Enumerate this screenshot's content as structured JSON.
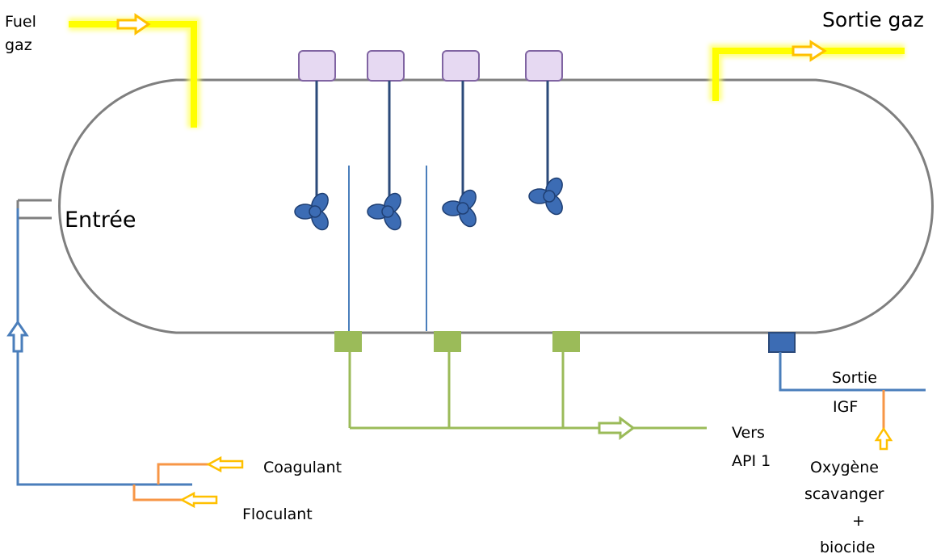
{
  "labels": {
    "fuel_gaz_line1": "Fuel",
    "fuel_gaz_line2": "gaz",
    "sortie_gaz": "Sortie gaz",
    "entree": "Entrée",
    "sortie_igf_line1": "Sortie",
    "sortie_igf_line2": "IGF",
    "vers_api_line1": "Vers",
    "vers_api_line2": "API 1",
    "coagulant": "Coagulant",
    "floculant": "Floculant",
    "oxygene_line1": "Oxygène",
    "oxygene_line2": "scavanger",
    "oxygene_line3": "+",
    "oxygene_line4": "biocide"
  },
  "colors": {
    "vessel": "#7f7f7f",
    "gas_line": "#ffff00",
    "gas_glow": "#ffff99",
    "water_line": "#4a7ebb",
    "impeller": "#3c6cb4",
    "shaft": "#2b4a7a",
    "motor_fill": "#e6d9f2",
    "motor_stroke": "#8064a2",
    "green_line": "#9bbb59",
    "orange_line": "#f79646",
    "arrow_yellow": "#ffc000"
  },
  "icons": {
    "impeller": "propeller-icon",
    "motor": "motor-box-icon",
    "outlet": "nozzle-icon"
  }
}
